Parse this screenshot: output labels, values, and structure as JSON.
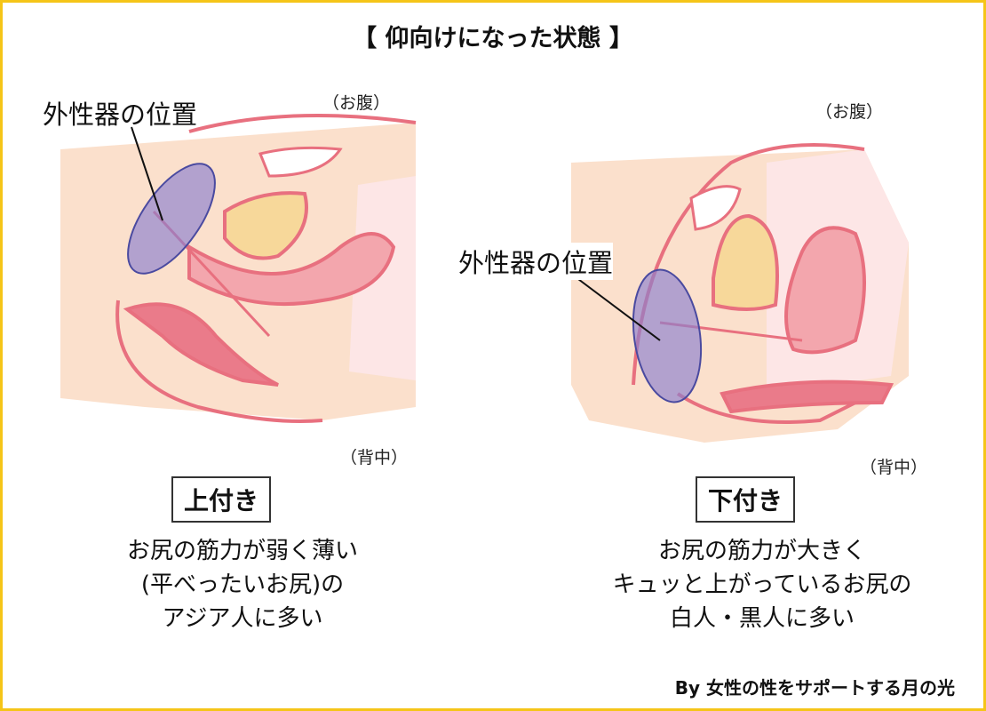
{
  "title": "【 仰向けになった状態 】",
  "left_panel": {
    "belly_label": "（お腹）",
    "back_label": "（背中）",
    "position_label": "外性器の位置",
    "type_label": "上付き",
    "description": [
      "お尻の筋力が弱く薄い",
      "(平べったいお尻)の",
      "アジア人に多い"
    ]
  },
  "right_panel": {
    "belly_label": "（お腹）",
    "back_label": "（背中）",
    "position_label": "外性器の位置",
    "type_label": "下付き",
    "description": [
      "お尻の筋力が大きく",
      "キュッと上がっているお尻の",
      "白人・黒人に多い"
    ]
  },
  "credit": "By 女性の性をサポートする月の光",
  "colors": {
    "border": "#f5c518",
    "skin": "#fbe0cc",
    "outline": "#e8707f",
    "highlight": "#8a7fd0"
  }
}
